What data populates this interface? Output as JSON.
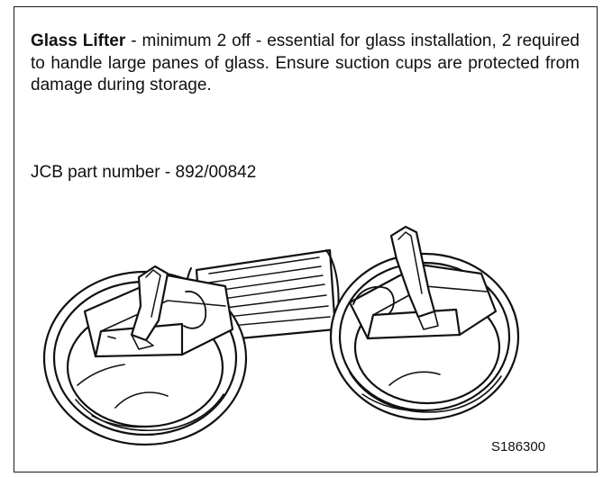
{
  "tool": {
    "name": "Glass Lifter",
    "description": " - minimum 2 off - essential for glass installation, 2 required to handle large panes of glass. Ensure suction cups are protected from damage during storage.",
    "part_number": "JCB part number - 892/00842",
    "illustration_ref": "S186300"
  }
}
